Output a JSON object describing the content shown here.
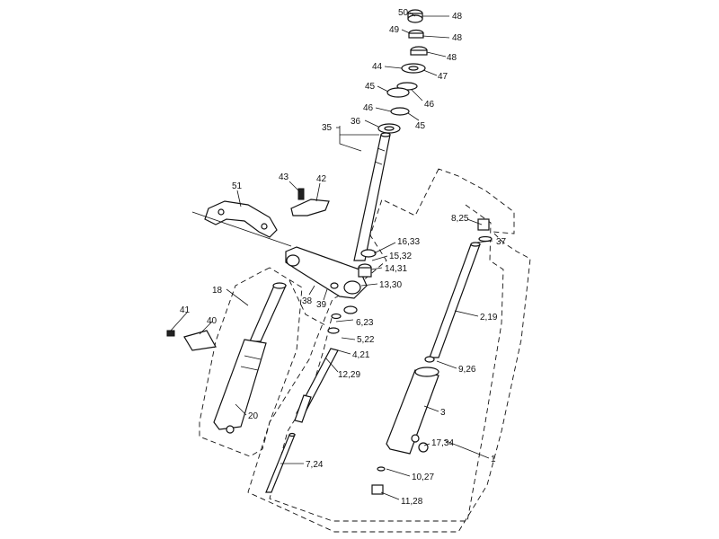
{
  "labels": [
    {
      "id": "p50",
      "text": "50"
    },
    {
      "id": "p48a",
      "text": "48"
    },
    {
      "id": "p49",
      "text": "49"
    },
    {
      "id": "p48b",
      "text": "48"
    },
    {
      "id": "p48c",
      "text": "48"
    },
    {
      "id": "p44",
      "text": "44"
    },
    {
      "id": "p47",
      "text": "47"
    },
    {
      "id": "p45a",
      "text": "45"
    },
    {
      "id": "p46a",
      "text": "46"
    },
    {
      "id": "p46b",
      "text": "46"
    },
    {
      "id": "p45b",
      "text": "45"
    },
    {
      "id": "p35",
      "text": "35"
    },
    {
      "id": "p36",
      "text": "36"
    },
    {
      "id": "p43",
      "text": "43"
    },
    {
      "id": "p42",
      "text": "42"
    },
    {
      "id": "p51",
      "text": "51"
    },
    {
      "id": "p825",
      "text": "8,25"
    },
    {
      "id": "p37",
      "text": "37"
    },
    {
      "id": "p1633",
      "text": "16,33"
    },
    {
      "id": "p1532",
      "text": "15,32"
    },
    {
      "id": "p1431",
      "text": "14,31"
    },
    {
      "id": "p1330",
      "text": "13,30"
    },
    {
      "id": "p18",
      "text": "18"
    },
    {
      "id": "p38",
      "text": "38"
    },
    {
      "id": "p39",
      "text": "39"
    },
    {
      "id": "p41",
      "text": "41"
    },
    {
      "id": "p40",
      "text": "40"
    },
    {
      "id": "p623",
      "text": "6,23"
    },
    {
      "id": "p522",
      "text": "5,22"
    },
    {
      "id": "p421",
      "text": "4,21"
    },
    {
      "id": "p219",
      "text": "2,19"
    },
    {
      "id": "p926",
      "text": "9,26"
    },
    {
      "id": "p1229",
      "text": "12,29"
    },
    {
      "id": "p3",
      "text": "3"
    },
    {
      "id": "p20",
      "text": "20"
    },
    {
      "id": "p1734",
      "text": "17,34"
    },
    {
      "id": "p1",
      "text": "1"
    },
    {
      "id": "p724",
      "text": "7,24"
    },
    {
      "id": "p1027",
      "text": "10,27"
    },
    {
      "id": "p1128",
      "text": "11,28"
    }
  ]
}
